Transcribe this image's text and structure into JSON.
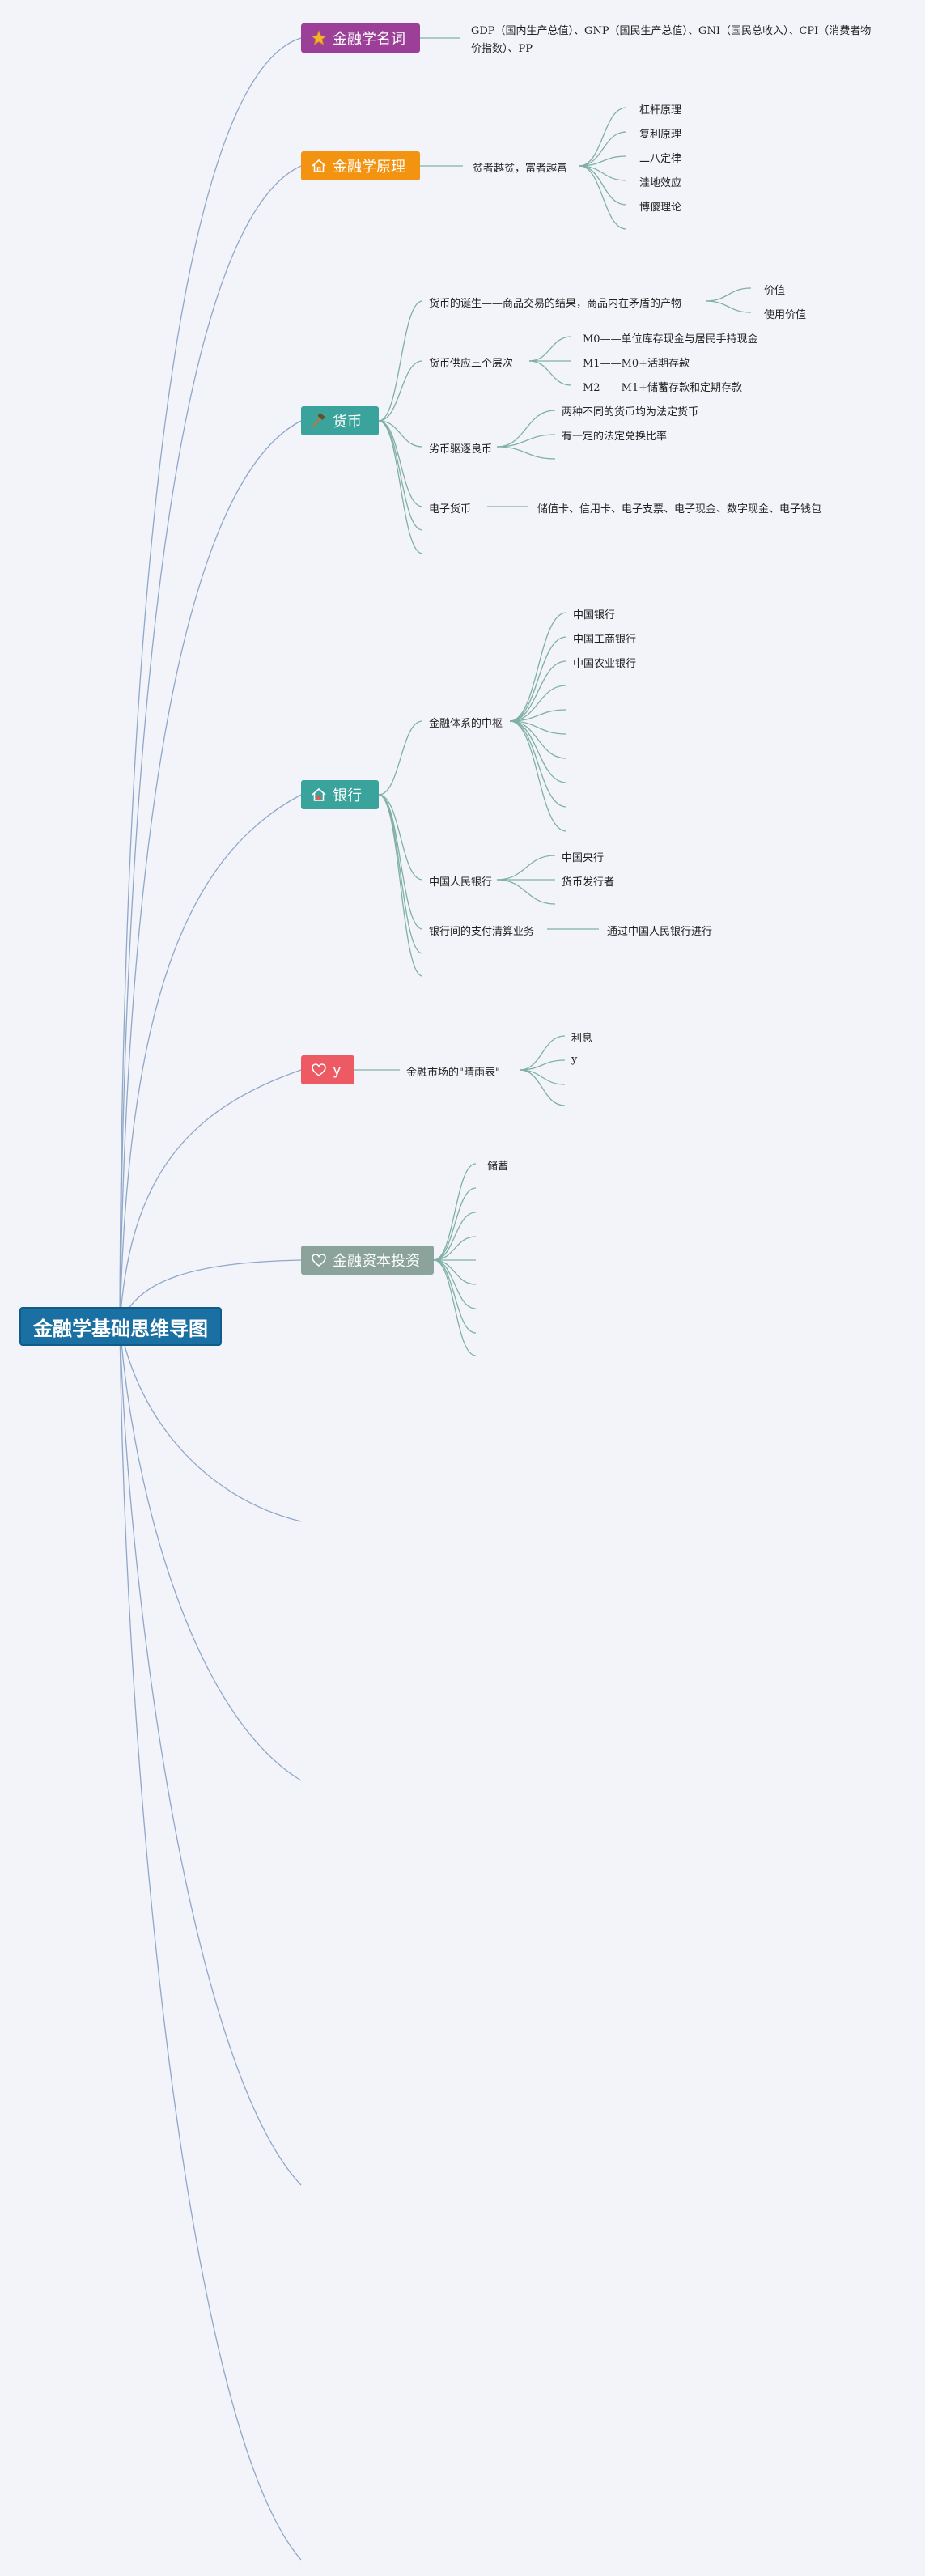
{
  "title": "金融学基础思维导图",
  "colors": {
    "root": "#1a6fa3",
    "terms": "#9c3f98",
    "principles": "#f39312",
    "money": "#3aa39c",
    "bank": "#3aa39c",
    "y": "#ee5a63",
    "investment": "#8ba39a",
    "link": "#7fb0a4"
  },
  "branches": {
    "terms": {
      "label": "金融学名词",
      "icon": "star-icon",
      "desc": "GDP（国内生产总值）、GNP（国民生产总值）、GNI（国民总收入）、CPI（消费者物价指数）、PP"
    },
    "principles": {
      "label": "金融学原理",
      "icon": "house-icon",
      "sub": "贫者越贫，富者越富",
      "items": [
        "杠杆原理",
        "复利原理",
        "二八定律",
        "洼地效应",
        "博傻理论"
      ]
    },
    "money": {
      "label": "货币",
      "icon": "hammer-icon",
      "birth": "货币的诞生——商品交易的结果，商品内在矛盾的产物",
      "birth_items": [
        "价值",
        "使用价值"
      ],
      "supply": "货币供应三个层次",
      "supply_items": [
        "M0——单位库存现金与居民手持现金",
        "M1——M0+活期存款",
        "M2——M1+储蓄存款和定期存款"
      ],
      "bad": "劣币驱逐良币",
      "bad_items": [
        "两种不同的货币均为法定货币",
        "有一定的法定兑换比率"
      ],
      "emoney": "电子货币",
      "emoney_desc": "储值卡、信用卡、电子支票、电子现金、数字现金、电子钱包"
    },
    "bank": {
      "label": "银行",
      "icon": "house-icon",
      "hub": "金融体系的中枢",
      "hub_items": [
        "中国银行",
        "中国工商银行",
        "中国农业银行"
      ],
      "pboc": "中国人民银行",
      "pboc_items": [
        "中国央行",
        "货币发行者"
      ],
      "clearing": "银行间的支付清算业务",
      "clearing_desc": "通过中国人民银行进行"
    },
    "y": {
      "label": "y",
      "icon": "heart-icon",
      "sub": "金融市场的\"晴雨表\"",
      "items": [
        "利息",
        "y"
      ]
    },
    "investment": {
      "label": "金融资本投资",
      "icon": "heart-icon",
      "items": [
        "储蓄"
      ]
    }
  }
}
